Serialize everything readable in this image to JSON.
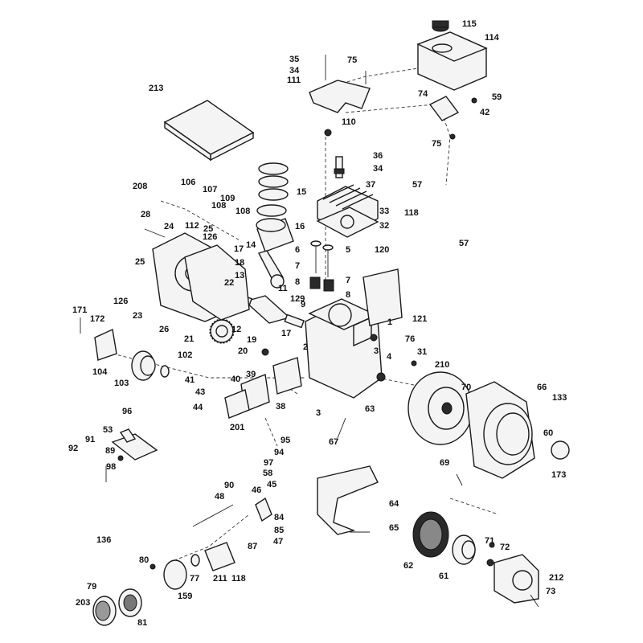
{
  "callouts": [
    {
      "id": "115",
      "t": "115"
    },
    {
      "id": "114",
      "t": "114"
    },
    {
      "id": "35",
      "t": "35"
    },
    {
      "id": "34a",
      "t": "34"
    },
    {
      "id": "111",
      "t": "111"
    },
    {
      "id": "75a",
      "t": "75"
    },
    {
      "id": "213",
      "t": "213"
    },
    {
      "id": "74",
      "t": "74"
    },
    {
      "id": "59",
      "t": "59"
    },
    {
      "id": "42",
      "t": "42"
    },
    {
      "id": "110",
      "t": "110"
    },
    {
      "id": "75b",
      "t": "75"
    },
    {
      "id": "36",
      "t": "36"
    },
    {
      "id": "34b",
      "t": "34"
    },
    {
      "id": "37",
      "t": "37"
    },
    {
      "id": "15",
      "t": "15"
    },
    {
      "id": "208",
      "t": "208"
    },
    {
      "id": "106",
      "t": "106"
    },
    {
      "id": "107",
      "t": "107"
    },
    {
      "id": "109",
      "t": "109"
    },
    {
      "id": "108a",
      "t": "108"
    },
    {
      "id": "108b",
      "t": "108"
    },
    {
      "id": "33",
      "t": "33"
    },
    {
      "id": "32",
      "t": "32"
    },
    {
      "id": "57a",
      "t": "57"
    },
    {
      "id": "118a",
      "t": "118"
    },
    {
      "id": "57b",
      "t": "57"
    },
    {
      "id": "28",
      "t": "28"
    },
    {
      "id": "24",
      "t": "24"
    },
    {
      "id": "112",
      "t": "112"
    },
    {
      "id": "25a",
      "t": "25"
    },
    {
      "id": "126a",
      "t": "126"
    },
    {
      "id": "14",
      "t": "14"
    },
    {
      "id": "16",
      "t": "16"
    },
    {
      "id": "120",
      "t": "120"
    },
    {
      "id": "17a",
      "t": "17"
    },
    {
      "id": "6",
      "t": "6"
    },
    {
      "id": "5",
      "t": "5"
    },
    {
      "id": "25b",
      "t": "25"
    },
    {
      "id": "18",
      "t": "18"
    },
    {
      "id": "7a",
      "t": "7"
    },
    {
      "id": "13",
      "t": "13"
    },
    {
      "id": "8a",
      "t": "8"
    },
    {
      "id": "7b",
      "t": "7"
    },
    {
      "id": "126b",
      "t": "126"
    },
    {
      "id": "22",
      "t": "22"
    },
    {
      "id": "11",
      "t": "11"
    },
    {
      "id": "8b",
      "t": "8"
    },
    {
      "id": "9",
      "t": "9"
    },
    {
      "id": "23",
      "t": "23"
    },
    {
      "id": "129",
      "t": "129"
    },
    {
      "id": "171",
      "t": "171"
    },
    {
      "id": "172",
      "t": "172"
    },
    {
      "id": "1",
      "t": "1"
    },
    {
      "id": "121",
      "t": "121"
    },
    {
      "id": "26",
      "t": "26"
    },
    {
      "id": "12",
      "t": "12"
    },
    {
      "id": "17b",
      "t": "17"
    },
    {
      "id": "21",
      "t": "21"
    },
    {
      "id": "19",
      "t": "19"
    },
    {
      "id": "76",
      "t": "76"
    },
    {
      "id": "2",
      "t": "2"
    },
    {
      "id": "20",
      "t": "20"
    },
    {
      "id": "102",
      "t": "102"
    },
    {
      "id": "31",
      "t": "31"
    },
    {
      "id": "3a",
      "t": "3"
    },
    {
      "id": "4",
      "t": "4"
    },
    {
      "id": "210",
      "t": "210"
    },
    {
      "id": "104",
      "t": "104"
    },
    {
      "id": "103",
      "t": "103"
    },
    {
      "id": "39",
      "t": "39"
    },
    {
      "id": "41",
      "t": "41"
    },
    {
      "id": "40",
      "t": "40"
    },
    {
      "id": "43",
      "t": "43"
    },
    {
      "id": "70",
      "t": "70"
    },
    {
      "id": "66",
      "t": "66"
    },
    {
      "id": "133",
      "t": "133"
    },
    {
      "id": "38",
      "t": "38"
    },
    {
      "id": "3b",
      "t": "3"
    },
    {
      "id": "44",
      "t": "44"
    },
    {
      "id": "63",
      "t": "63"
    },
    {
      "id": "96",
      "t": "96"
    },
    {
      "id": "60",
      "t": "60"
    },
    {
      "id": "201",
      "t": "201"
    },
    {
      "id": "53",
      "t": "53"
    },
    {
      "id": "67",
      "t": "67"
    },
    {
      "id": "91",
      "t": "91"
    },
    {
      "id": "95",
      "t": "95"
    },
    {
      "id": "92",
      "t": "92"
    },
    {
      "id": "89",
      "t": "89"
    },
    {
      "id": "98",
      "t": "98"
    },
    {
      "id": "94",
      "t": "94"
    },
    {
      "id": "97",
      "t": "97"
    },
    {
      "id": "173",
      "t": "173"
    },
    {
      "id": "58",
      "t": "58"
    },
    {
      "id": "69",
      "t": "69"
    },
    {
      "id": "90",
      "t": "90"
    },
    {
      "id": "45",
      "t": "45"
    },
    {
      "id": "46",
      "t": "46"
    },
    {
      "id": "48",
      "t": "48"
    },
    {
      "id": "64",
      "t": "64"
    },
    {
      "id": "84",
      "t": "84"
    },
    {
      "id": "85",
      "t": "85"
    },
    {
      "id": "65",
      "t": "65"
    },
    {
      "id": "136",
      "t": "136"
    },
    {
      "id": "87",
      "t": "87"
    },
    {
      "id": "47",
      "t": "47"
    },
    {
      "id": "71",
      "t": "71"
    },
    {
      "id": "72",
      "t": "72"
    },
    {
      "id": "80",
      "t": "80"
    },
    {
      "id": "62",
      "t": "62"
    },
    {
      "id": "77",
      "t": "77"
    },
    {
      "id": "211",
      "t": "211"
    },
    {
      "id": "118b",
      "t": "118"
    },
    {
      "id": "61",
      "t": "61"
    },
    {
      "id": "212",
      "t": "212"
    },
    {
      "id": "79",
      "t": "79"
    },
    {
      "id": "159",
      "t": "159"
    },
    {
      "id": "73",
      "t": "73"
    },
    {
      "id": "203",
      "t": "203"
    },
    {
      "id": "81",
      "t": "81"
    }
  ]
}
